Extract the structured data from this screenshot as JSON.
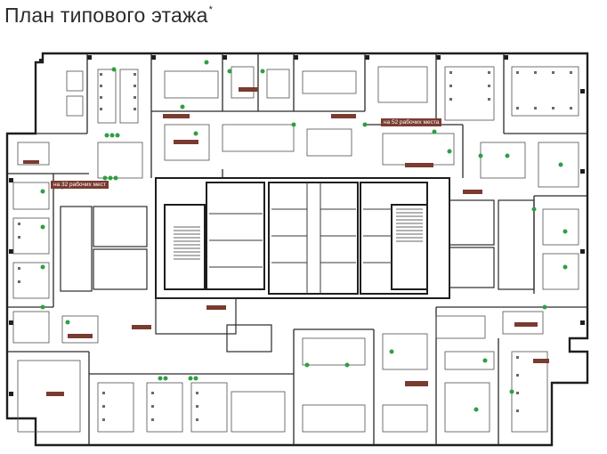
{
  "title": "План типового этажа",
  "title_mark": "*",
  "labels": {
    "workplaces_left": "на 32 рабочих мест",
    "workplaces_right": "на 52 рабочих места"
  },
  "colors": {
    "wall": "#1e1e1e",
    "furniture": "#505050",
    "label_bg": "#7a3b30",
    "green_marker": "#2f9e44"
  }
}
